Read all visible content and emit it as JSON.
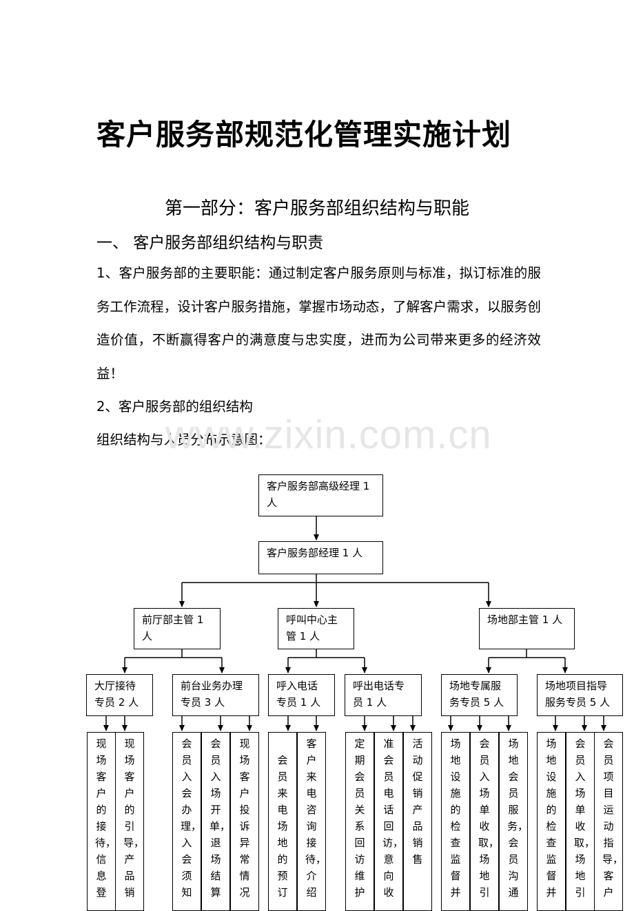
{
  "document": {
    "title": "客户服务部规范化管理实施计划",
    "part_title": "第一部分：客户服务部组织结构与职能",
    "section_title": "一、 客户服务部组织结构与职责",
    "para1": "1、客户服务部的主要职能：通过制定客户服务原则与标准，拟订标准的服务工作流程，设计客户服务措施，掌握市场动态，了解客户需求，以服务创造价值，不断赢得客户的满意度与忠实度，进而为公司带来更多的经济效益！",
    "para2": "2、客户服务部的组织结构",
    "para3": "组织结构与人员分布示意图：",
    "watermark": "www.zixin.com.cn"
  },
  "org_chart": {
    "senior_manager": "客户服务部高级经理 1 人",
    "manager": "客户服务部经理 1 人",
    "supervisors": [
      "前厅部主管 1 人",
      "呼叫中心主管 1 人",
      "场地部主管 1 人"
    ],
    "specialists": [
      "大厅接待专员 2 人",
      "前台业务办理专员 3 人",
      "呼入电话专员 1 人",
      "呼出电话专员 1 人",
      "场地专属服务专员 5 人",
      "场地项目指导服务专员 5 人"
    ],
    "duties": [
      "现场客户的接待，信息登",
      "现场客户的引导，产品销",
      "会员入会办理，入会须知",
      "会员入场开单，退场结算",
      "现场客户投诉异常情况",
      "会员来电场地的预订",
      "客户来电咨询接待，介绍",
      "定期会员关系回访维护",
      "准会员电话回访，意向收",
      "活动促销产品销售",
      "场地设施的检查监督并",
      "会员入场单收取，场地引",
      "场地会员服务，会员沟通",
      "场地设施的检查监督并",
      "会员入场单收取，场地引",
      "会员项目运动指导，客户"
    ]
  }
}
